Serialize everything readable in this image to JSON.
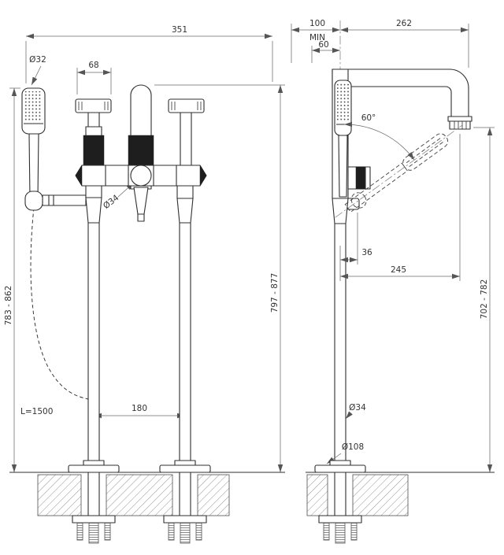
{
  "drawing": {
    "title": "freestanding-bath-mixer-technical-drawing",
    "front_view": {
      "width_total": "351",
      "handshower_diameter": "Ø32",
      "handle_width": "68",
      "crossbar_diameter": "Ø34",
      "height_left": "783 - 862",
      "height_right": "797 - 877",
      "column_spacing": "180",
      "hose_length": "L=1500"
    },
    "side_view": {
      "wall_distance": "100",
      "wall_distance_note": "MIN",
      "base_offset": "60",
      "spout_overall": "262",
      "swivel_angle": "60°",
      "holder_offset": "36",
      "spout_reach": "245",
      "outlet_height": "702 - 782",
      "column_diameter": "Ø34",
      "base_diameter": "Ø108"
    }
  }
}
